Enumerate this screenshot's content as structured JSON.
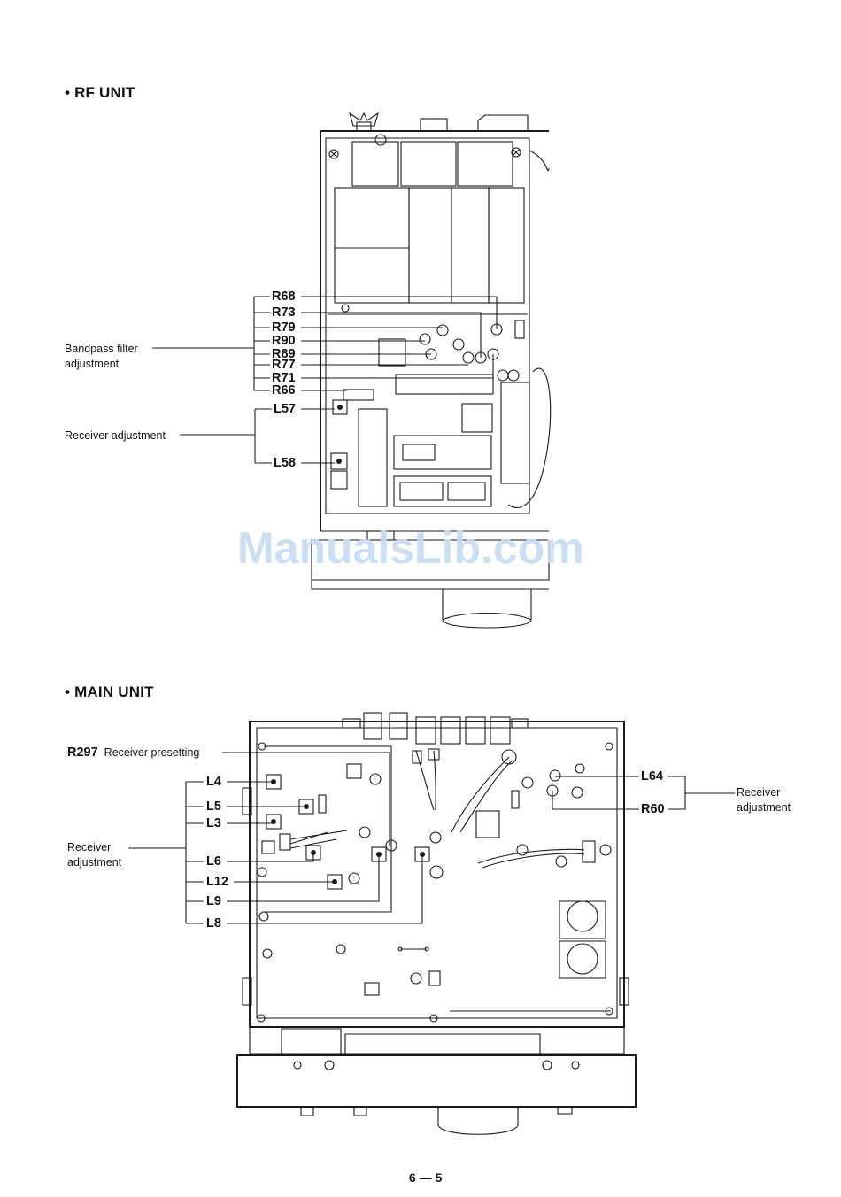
{
  "rf_unit": {
    "heading": "• RF UNIT",
    "group_labels": {
      "bandpass": [
        "Bandpass filter",
        "adjustment"
      ],
      "receiver": "Receiver adjustment"
    },
    "bandpass_labels": [
      "R68",
      "R73",
      "R79",
      "R90",
      "R89",
      "R77",
      "R71",
      "R66"
    ],
    "receiver_labels": [
      "L57",
      "L58"
    ]
  },
  "main_unit": {
    "heading": "• MAIN UNIT",
    "r297": {
      "code": "R297",
      "text": "Receiver presetting"
    },
    "left_group": [
      "Receiver",
      "adjustment"
    ],
    "left_labels": [
      "L4",
      "L5",
      "L3",
      "L6",
      "L12",
      "L9",
      "L8"
    ],
    "right_labels": [
      "L64",
      "R60"
    ],
    "right_group": [
      "Receiver",
      "adjustment"
    ]
  },
  "watermark": "ManualsLib.com",
  "page_number": "6 — 5"
}
